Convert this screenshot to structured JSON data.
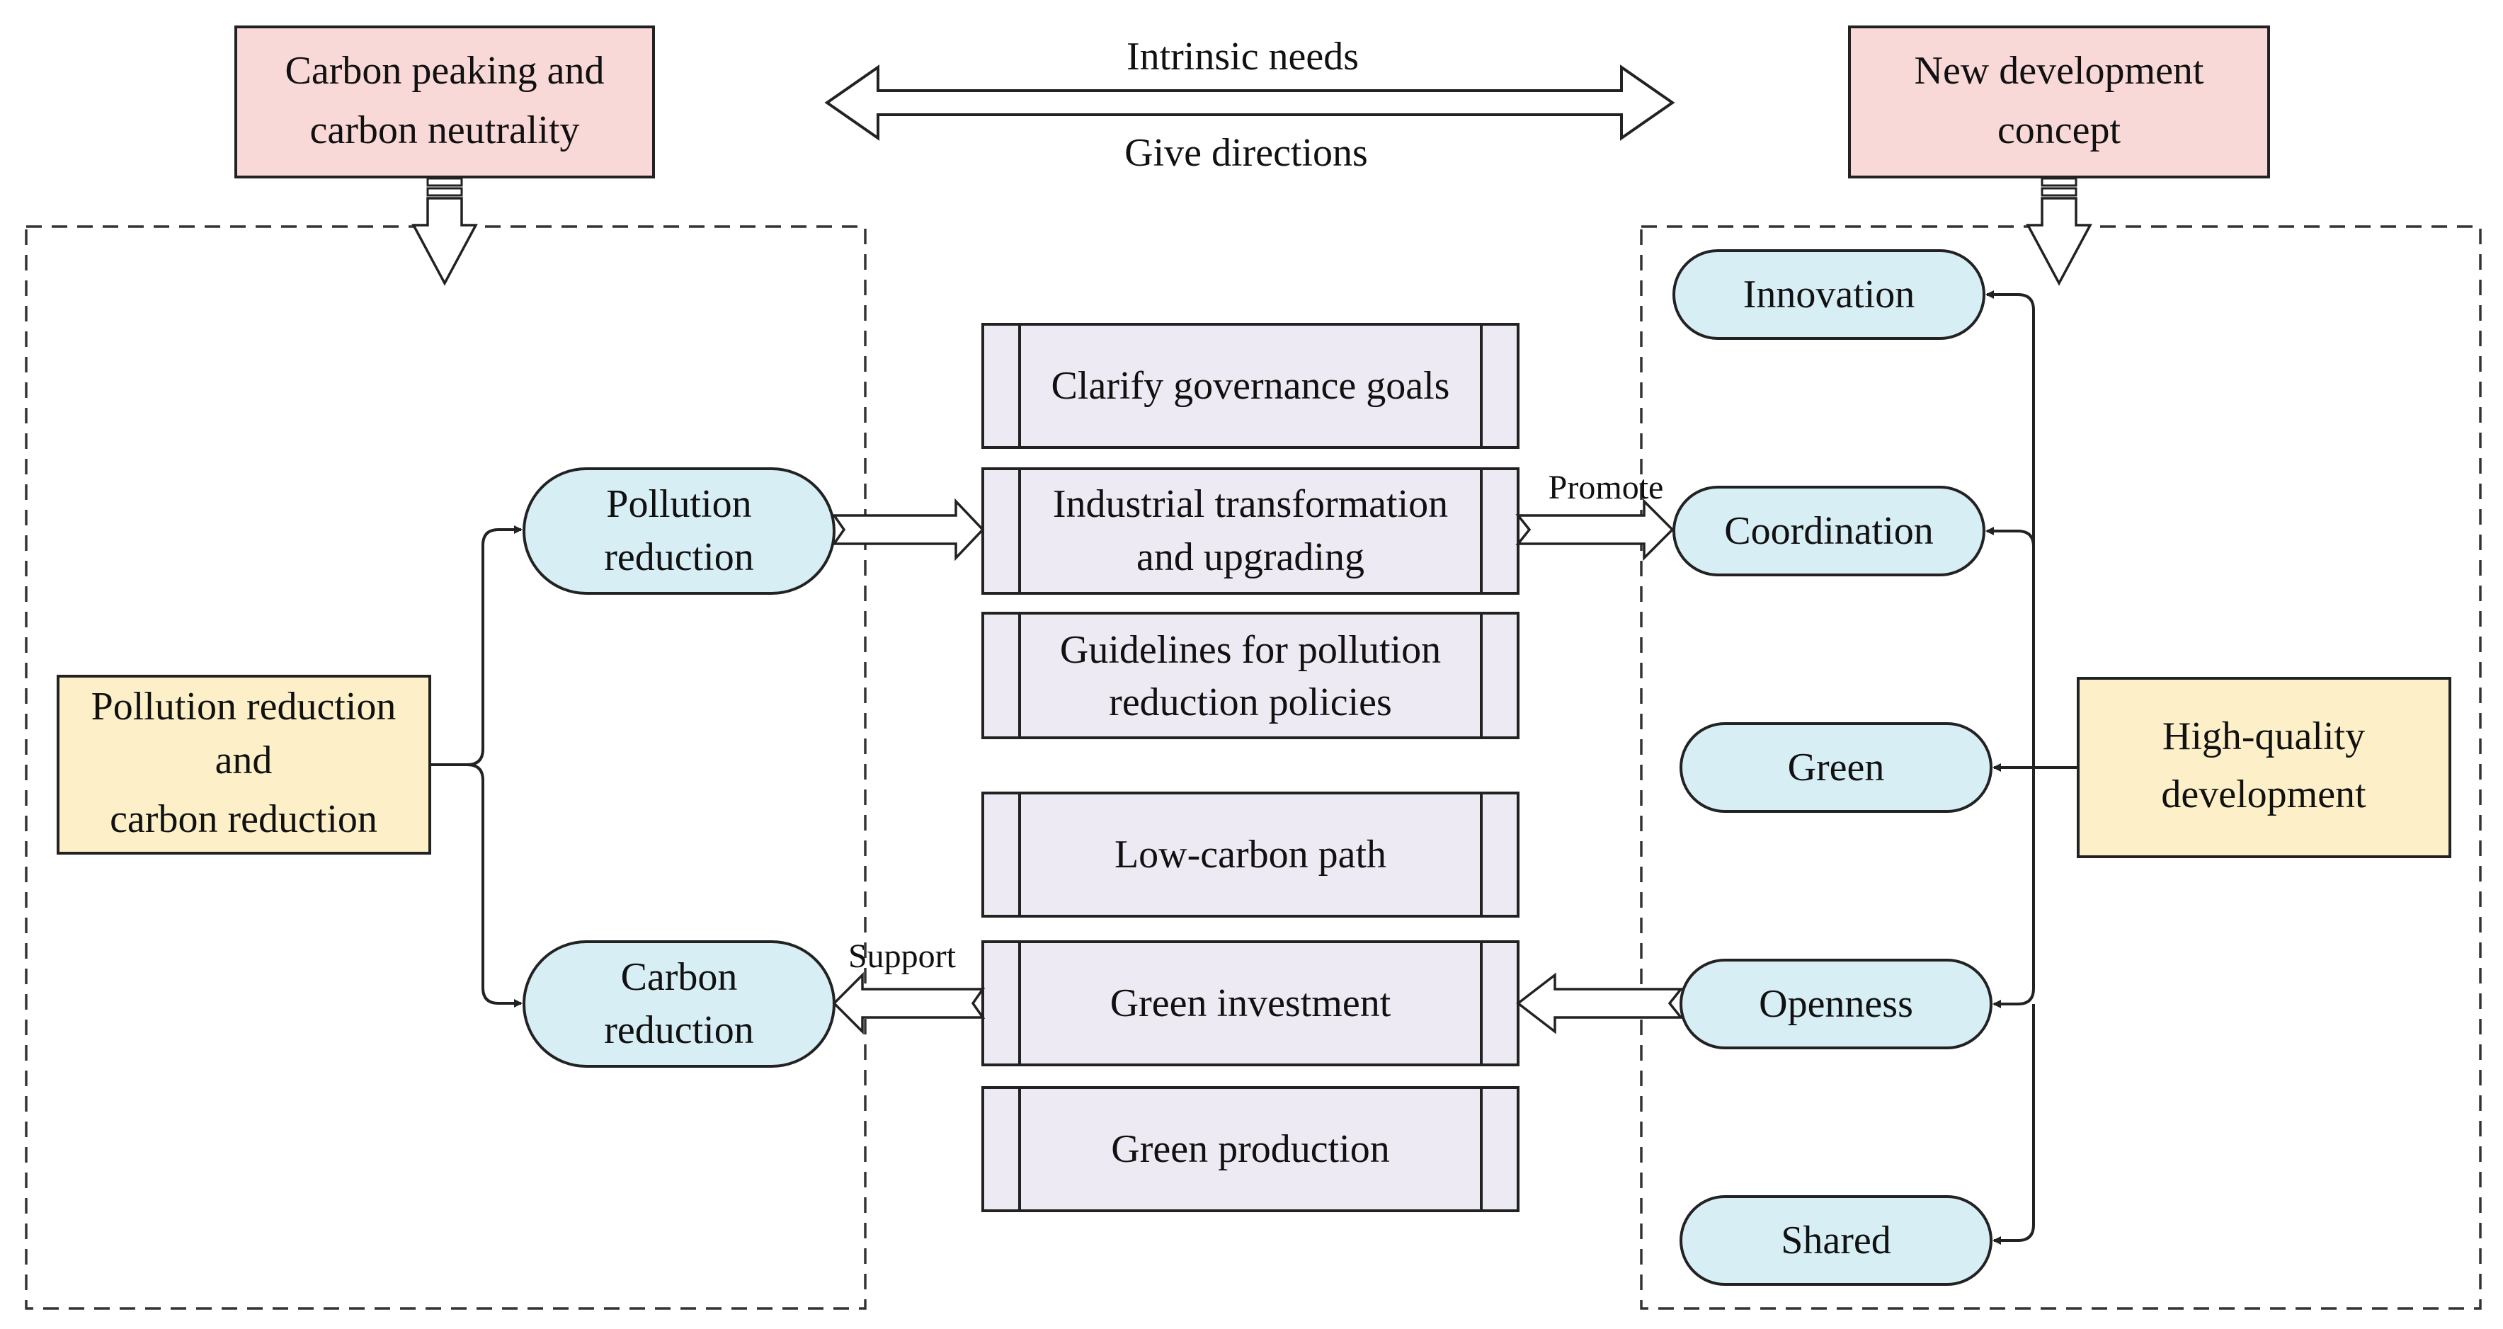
{
  "colors": {
    "top_box": "#f9d9d7",
    "side_box": "#fdf0c8",
    "oval": "#d7eef5",
    "center_box": "#eeeaf3",
    "stroke": "#222222"
  },
  "top": {
    "left_box": [
      "Carbon peaking and",
      "carbon neutrality"
    ],
    "right_box": [
      "New development",
      "concept"
    ],
    "arrow_top_label": "Intrinsic needs",
    "arrow_bottom_label": "Give directions"
  },
  "left": {
    "main_box": [
      "Pollution reduction",
      "and",
      "carbon reduction"
    ],
    "pollution_oval": [
      "Pollution",
      "reduction"
    ],
    "carbon_oval": [
      "Carbon",
      "reduction"
    ]
  },
  "center": {
    "boxes": [
      [
        "Clarify governance goals"
      ],
      [
        "Industrial transformation",
        "and upgrading"
      ],
      [
        "Guidelines for pollution",
        "reduction policies"
      ],
      [
        "Low-carbon path"
      ],
      [
        "Green investment"
      ],
      [
        "Green production"
      ]
    ],
    "promote_label": "Promote",
    "support_label": "Support"
  },
  "right": {
    "main_box": [
      "High-quality",
      "development"
    ],
    "ovals": [
      "Innovation",
      "Coordination",
      "Green",
      "Openness",
      "Shared"
    ]
  }
}
